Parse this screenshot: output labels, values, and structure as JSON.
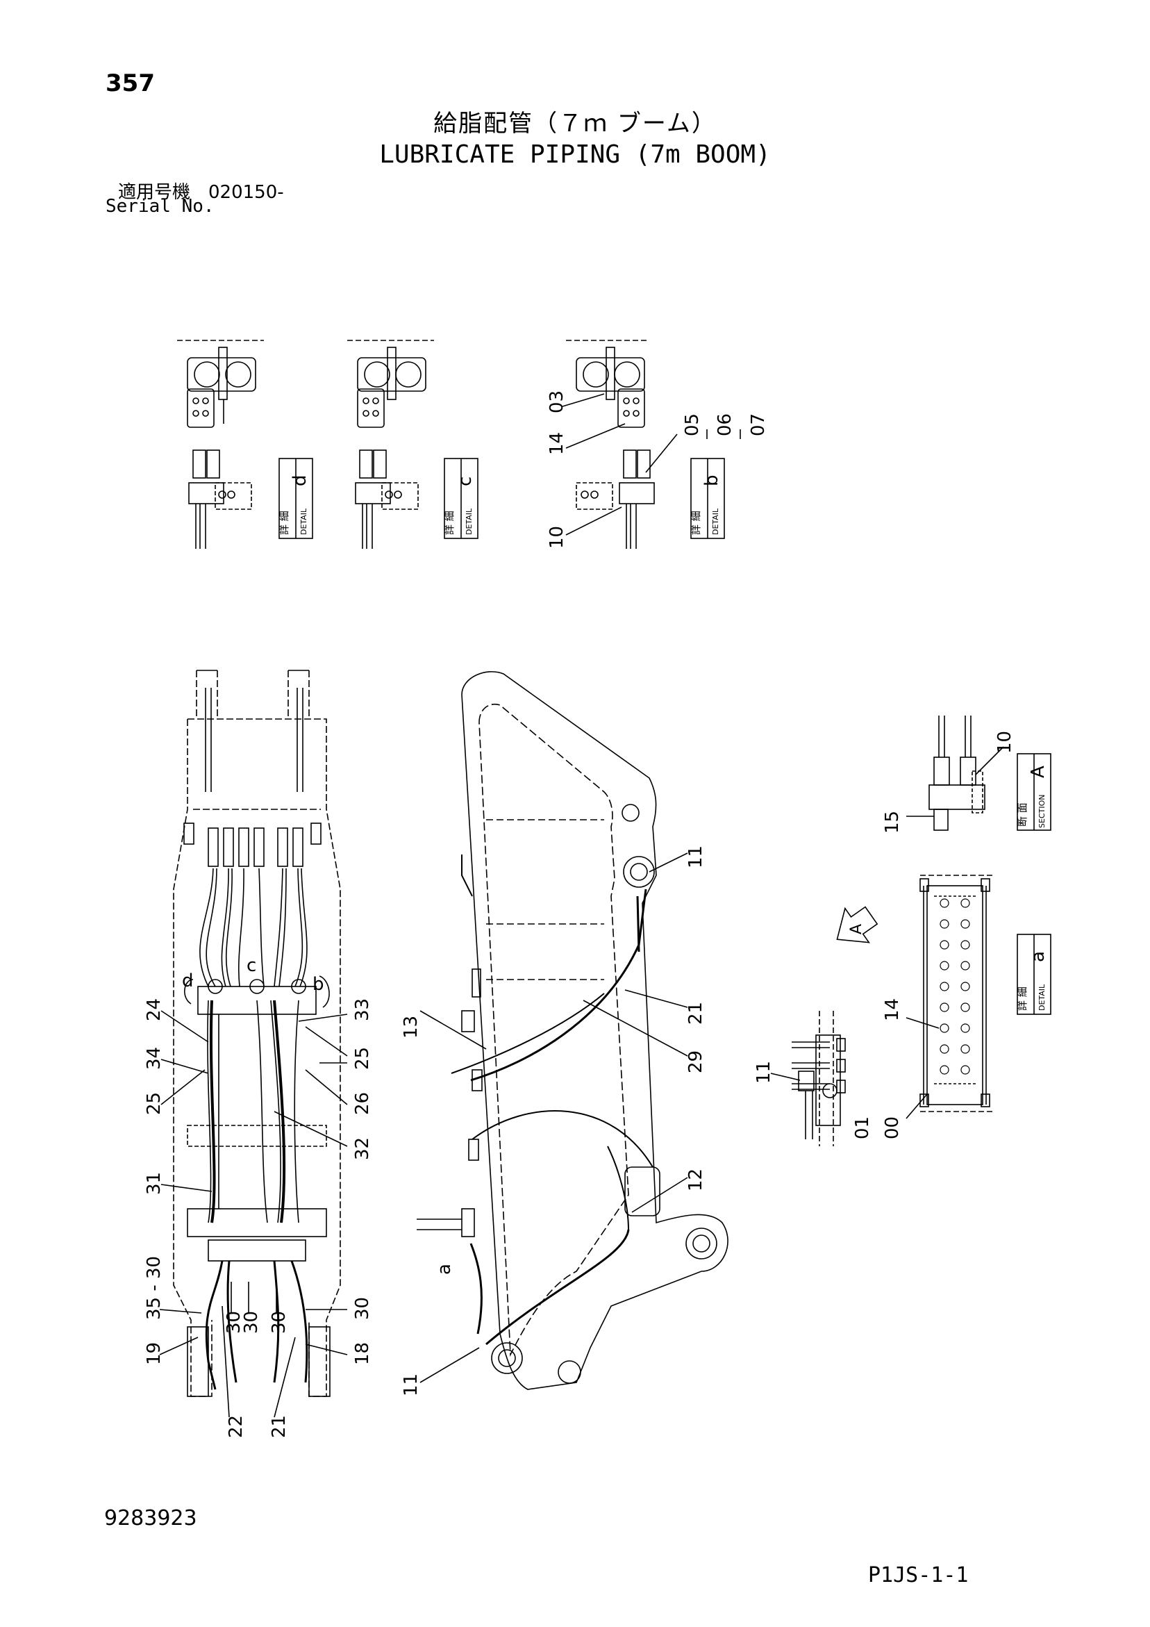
{
  "header": {
    "page_number": "357",
    "title_jp": "給脂配管（７ｍ ブーム）",
    "title_en": "LUBRICATE PIPING (7m BOOM)",
    "serial_jp": "適用号機　020150-",
    "serial_en": "Serial No."
  },
  "footer": {
    "doc_number": "9283923",
    "sheet_code": "P1JS-1-1"
  },
  "detail_labels": {
    "detail_kanji": "詳 細",
    "detail_en": "DETAIL",
    "section_kanji": "断 面",
    "section_en": "SECTION",
    "d": "d",
    "c": "c",
    "b": "b",
    "a": "a",
    "A": "A"
  },
  "callouts": {
    "c03": "03",
    "c14": "14",
    "c05": "05",
    "c06": "06",
    "c07": "07",
    "c10": "10",
    "c11": "11",
    "c21": "21",
    "c29": "29",
    "c13": "13",
    "c12": "12",
    "c24": "24",
    "c34": "34",
    "c25": "25",
    "c31": "31",
    "c33": "33",
    "c26": "26",
    "c32": "32",
    "c3530": "35 - 30",
    "c30": "30",
    "c19": "19",
    "c22": "22",
    "c18": "18",
    "c15": "15",
    "c01": "01",
    "c00": "00",
    "ref_a": "a",
    "ref_b": "b",
    "ref_c": "c",
    "ref_d": "d",
    "ref_A": "A"
  }
}
